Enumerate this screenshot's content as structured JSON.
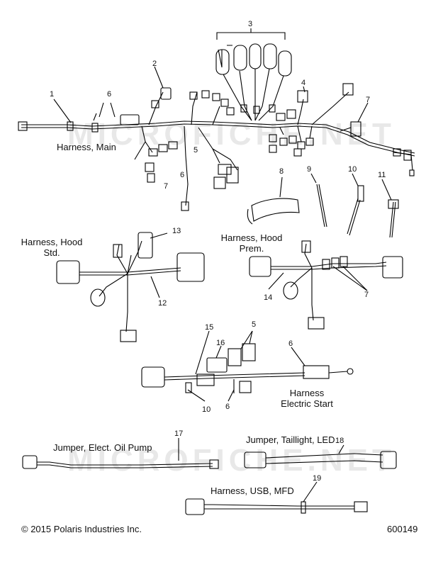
{
  "labels": {
    "harness_main": "Harness, Main",
    "harness_hood_std_line1": "Harness, Hood",
    "harness_hood_std_line2": "Std.",
    "harness_hood_prem_line1": "Harness, Hood",
    "harness_hood_prem_line2": "Prem.",
    "harness_electric_start_line1": "Harness",
    "harness_electric_start_line2": "Electric Start",
    "jumper_oil_pump": "Jumper, Elect. Oil Pump",
    "jumper_taillight": "Jumper, Taillight, LED",
    "harness_usb": "Harness, USB, MFD"
  },
  "callouts": [
    "1",
    "2",
    "3",
    "4",
    "5",
    "6",
    "7",
    "8",
    "9",
    "10",
    "11",
    "12",
    "13",
    "14",
    "15",
    "16",
    "17",
    "18",
    "19"
  ],
  "callout_instances": {
    "main_6": "6",
    "main_5": "5",
    "main_6b": "6",
    "main_7": "7",
    "main_7b": "7",
    "prem_7": "7",
    "es_5": "5",
    "es_6": "6",
    "es_6b": "6",
    "es_10": "10"
  },
  "footer": {
    "copyright": "© 2015 Polaris Industries Inc.",
    "drawing_number": "600149"
  },
  "watermark": "MICROFICHE.NET"
}
